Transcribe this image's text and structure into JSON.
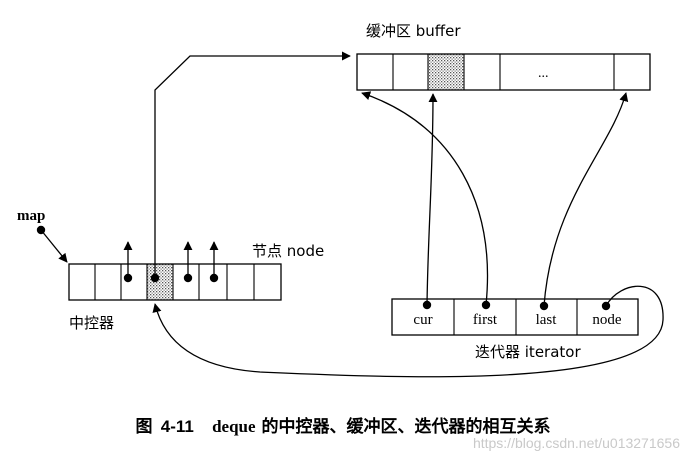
{
  "buffer": {
    "label": "缓冲区 buffer",
    "ellipsis": "..."
  },
  "map": {
    "label": "map",
    "controller_label": "中控器",
    "node_label": "节点 node"
  },
  "iterator": {
    "label": "迭代器 iterator",
    "fields": [
      "cur",
      "first",
      "last",
      "node"
    ]
  },
  "caption": {
    "prefix": "图",
    "number": "4-11",
    "text_en": "deque",
    "text_cn": "的中控器、缓冲区、迭代器的相互关系"
  },
  "watermark": "https://blog.csdn.net/u013271656",
  "colors": {
    "line": "#000000",
    "highlight_fill": "#cfcfcf"
  }
}
